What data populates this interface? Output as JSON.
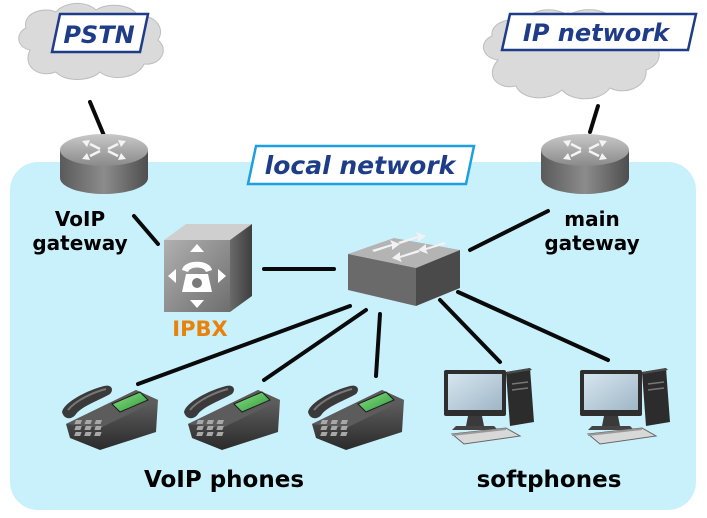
{
  "clouds": {
    "pstn": "PSTN",
    "ip_network": "IP network"
  },
  "local_network": {
    "label": "local network"
  },
  "devices": {
    "voip_gateway": [
      "VoIP",
      "gateway"
    ],
    "main_gateway": [
      "main",
      "gateway"
    ],
    "ipbx": "IPBX",
    "voip_phones": "VoIP phones",
    "softphones": "softphones"
  },
  "colors": {
    "local_network_fill": "#c9f1fc",
    "local_network_border": "#1e9fe0",
    "label_accent": "#1e3c88",
    "ipbx_label": "#e8820a",
    "cloud": "#dadada",
    "screen": "#3ab24a"
  },
  "icons": {
    "router": "router-icon",
    "switch": "switch-icon",
    "ipbx": "ipbx-phone-icon",
    "desk_phone": "desk-phone-icon",
    "computer": "desktop-computer-icon"
  }
}
